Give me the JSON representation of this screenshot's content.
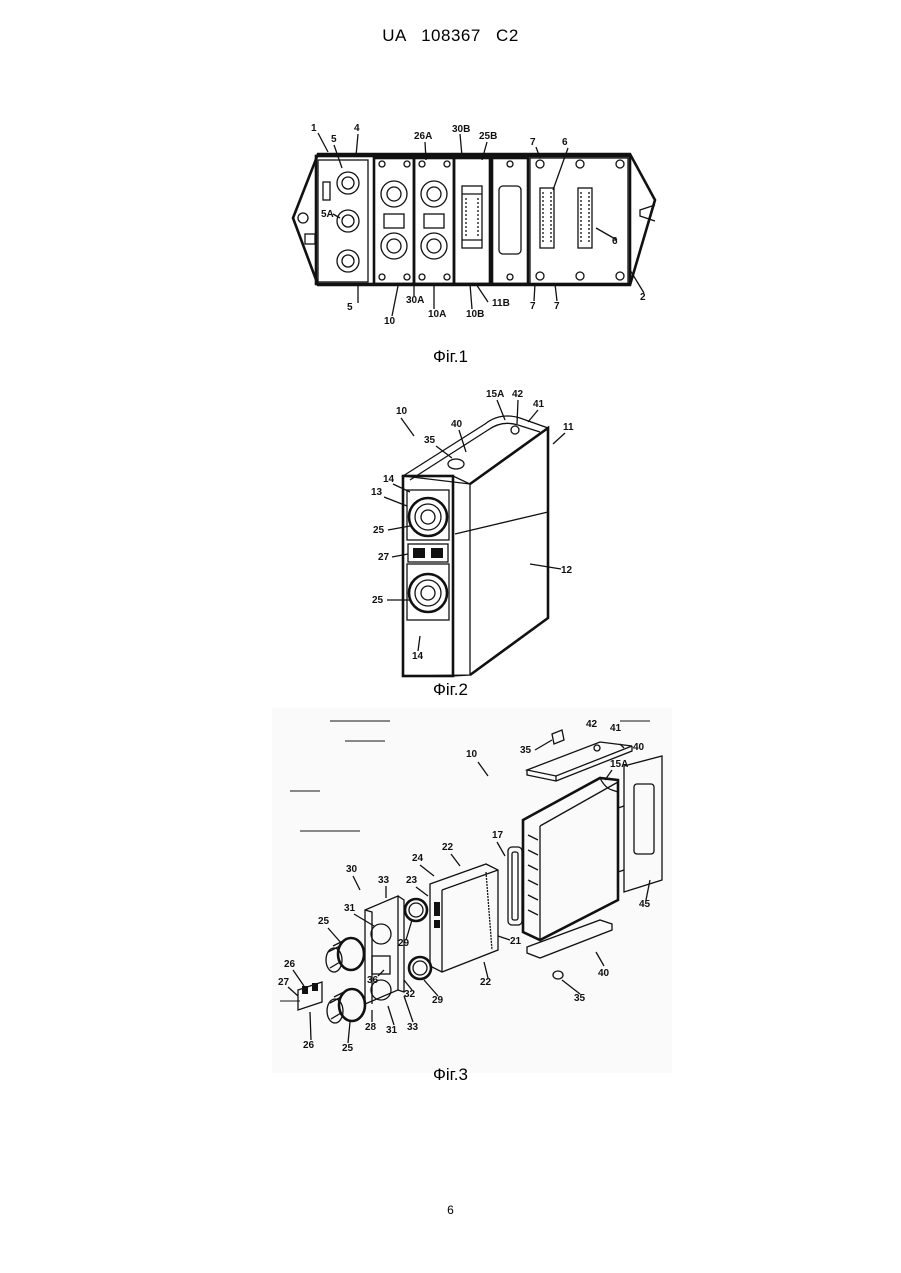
{
  "header": {
    "text": "UA   108367   C2"
  },
  "page_number": "6",
  "figures": [
    {
      "caption": "Фіг.1",
      "labels": [
        "1",
        "5",
        "4",
        "26A",
        "30B",
        "25B",
        "7",
        "6",
        "5A",
        "6",
        "5",
        "10",
        "30A",
        "10A",
        "10B",
        "11B",
        "7",
        "7",
        "2"
      ]
    },
    {
      "caption": "Фіг.2",
      "labels": [
        "15A",
        "42",
        "41",
        "10",
        "40",
        "11",
        "35",
        "14",
        "13",
        "25",
        "27",
        "12",
        "25",
        "14"
      ]
    },
    {
      "caption": "Фіг.3",
      "labels": [
        "42",
        "41",
        "35",
        "40",
        "10",
        "15A",
        "17",
        "22",
        "24",
        "23",
        "30",
        "33",
        "31",
        "25",
        "29",
        "21",
        "22",
        "36",
        "26",
        "27",
        "32",
        "29",
        "28",
        "31",
        "33",
        "26",
        "25",
        "40",
        "35",
        "45"
      ]
    }
  ]
}
